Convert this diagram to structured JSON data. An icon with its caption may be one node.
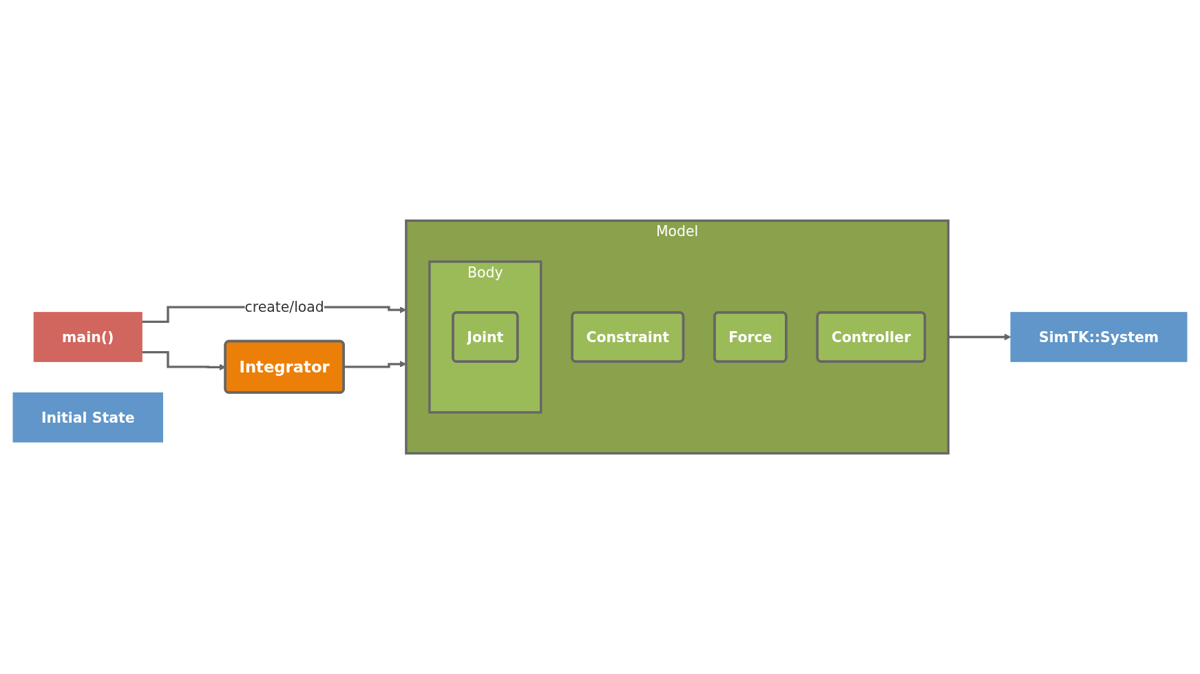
{
  "diagram": {
    "nodes": [
      {
        "text": [
          "main()"
        ]
      },
      {
        "text": [
          "Initial State"
        ]
      },
      {
        "text": [
          "Integrator"
        ]
      },
      {
        "text": [
          "Model"
        ]
      },
      {
        "text": [
          "Body"
        ],
        "in": 3
      },
      {
        "text": [
          "Joint"
        ],
        "in": 4
      },
      {
        "text": [
          "Constraint"
        ],
        "in": 3
      },
      {
        "text": [
          "Force"
        ],
        "in": 3
      },
      {
        "text": [
          "Controller"
        ],
        "in": 3
      },
      {
        "text": [
          "SimTK::System"
        ]
      }
    ],
    "edges": [
      {
        "from": 0,
        "to": 3,
        "arrow": "to",
        "label": "create/load"
      },
      {
        "from": 0,
        "to": 2,
        "arrow": "to"
      },
      {
        "from": 2,
        "to": 3,
        "arrow": "to"
      },
      {
        "from": 3,
        "to": 9,
        "arrow": "to"
      }
    ]
  }
}
